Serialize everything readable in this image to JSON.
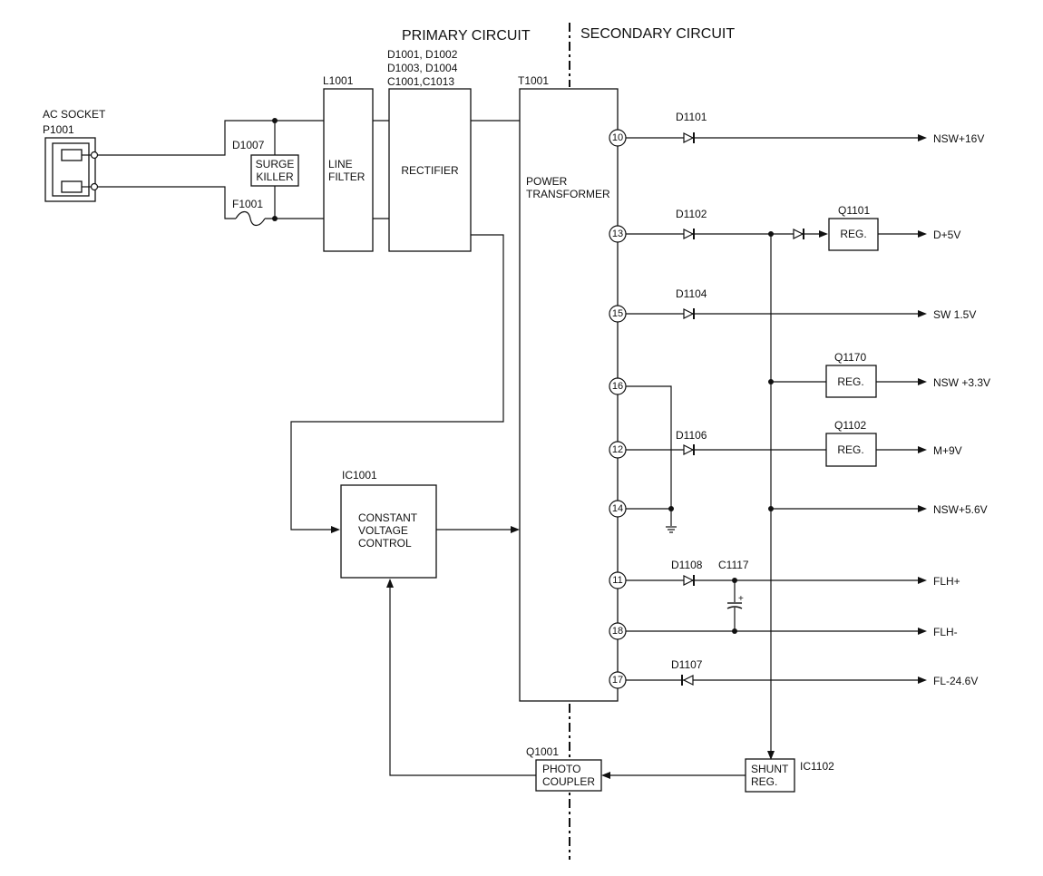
{
  "headers": {
    "primary": "PRIMARY CIRCUIT",
    "secondary": "SECONDARY CIRCUIT"
  },
  "ac_socket": {
    "title": "AC SOCKET",
    "ref": "P1001"
  },
  "surge_killer": {
    "ref": "D1007",
    "line1": "SURGE",
    "line2": "KILLER"
  },
  "fuse": {
    "ref": "F1001"
  },
  "line_filter": {
    "ref": "L1001",
    "line1": "LINE",
    "line2": "FILTER"
  },
  "rectifier": {
    "ref_line1": "D1001, D1002",
    "ref_line2": "D1003, D1004",
    "ref_line3": "C1001,C1013",
    "label": "RECTIFIER"
  },
  "transformer": {
    "ref": "T1001",
    "line1": "POWER",
    "line2": "TRANSFORMER"
  },
  "ic1001": {
    "ref": "IC1001",
    "line1": "CONSTANT",
    "line2": "VOLTAGE",
    "line3": "CONTROL"
  },
  "photo_coupler": {
    "ref": "Q1001",
    "line1": "PHOTO",
    "line2": "COUPLER"
  },
  "shunt_reg": {
    "ref": "IC1102",
    "line1": "SHUNT",
    "line2": "REG."
  },
  "pins": [
    "10",
    "13",
    "15",
    "16",
    "12",
    "14",
    "11",
    "18",
    "17"
  ],
  "diodes": {
    "d1101": "D1101",
    "d1102": "D1102",
    "d1104": "D1104",
    "d1106": "D1106",
    "d1108": "D1108",
    "d1107": "D1107"
  },
  "capacitor": {
    "ref": "C1117",
    "polarity": "+"
  },
  "regulators": {
    "q1101": {
      "ref": "Q1101",
      "label": "REG."
    },
    "q1170": {
      "ref": "Q1170",
      "label": "REG."
    },
    "q1102": {
      "ref": "Q1102",
      "label": "REG."
    }
  },
  "outputs": {
    "nsw16": "NSW+16V",
    "d5": "D+5V",
    "sw15": "SW 1.5V",
    "nsw33": "NSW +3.3V",
    "m9": "M+9V",
    "nsw56": "NSW+5.6V",
    "flh_plus": "FLH+",
    "flh_minus": "FLH-",
    "fl246": "FL-24.6V"
  }
}
